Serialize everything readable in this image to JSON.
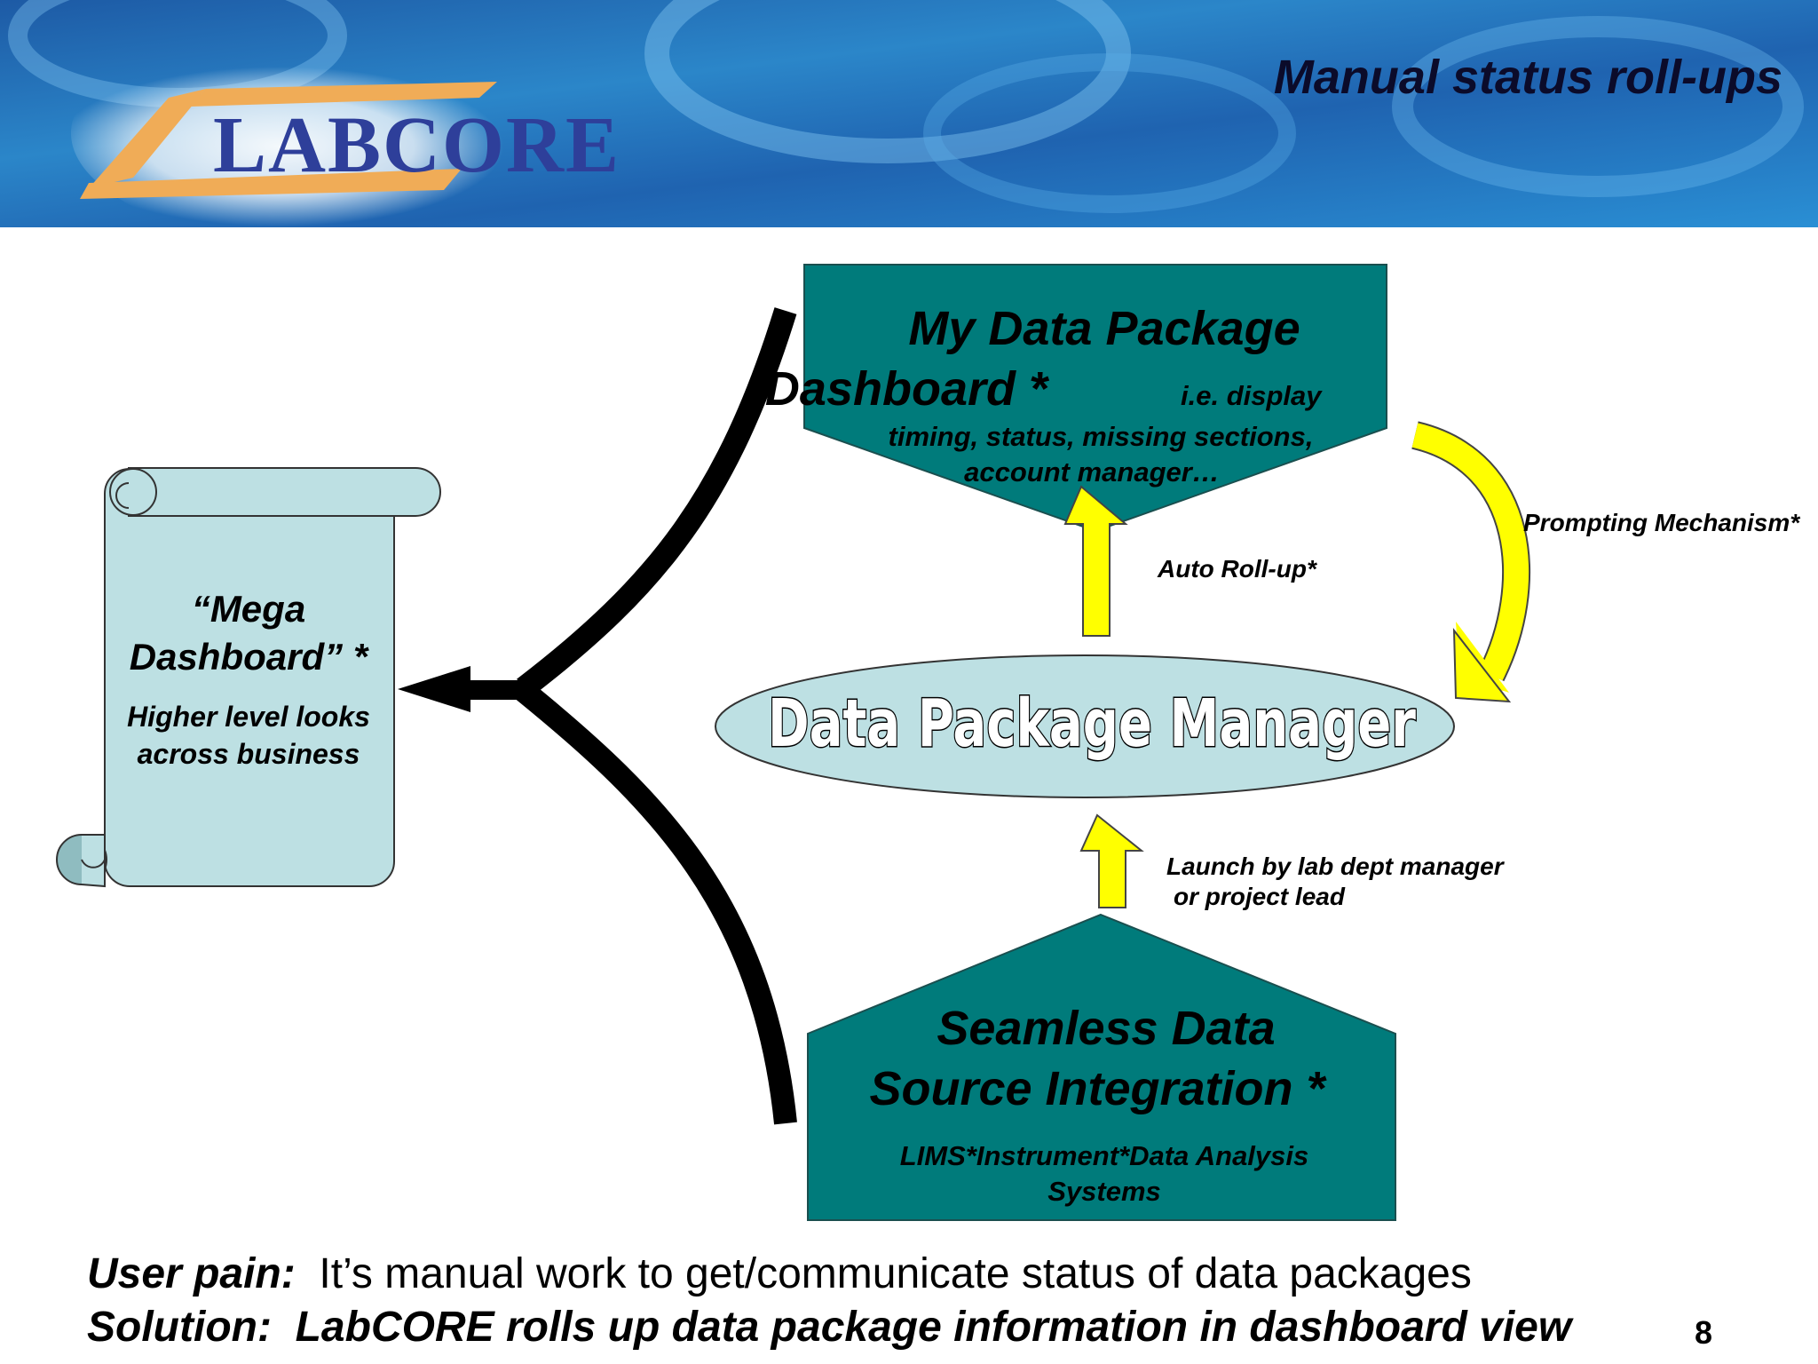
{
  "header": {
    "logo_text": "LABCORE",
    "title": "Manual status roll-ups"
  },
  "diagram": {
    "top_box": {
      "title_line1": "My Data Package",
      "title_line2": "Dashboard *",
      "subtitle_inline": "i.e. display",
      "subtitle_line2": "timing, status, missing sections,",
      "subtitle_line3": "account manager…"
    },
    "scroll": {
      "title_line1": "“Mega",
      "title_line2": "Dashboard” *",
      "subtitle_line1": "Higher level looks",
      "subtitle_line2": "across business"
    },
    "center": {
      "label": "Data Package Manager"
    },
    "bottom_box": {
      "title_line1": "Seamless Data",
      "title_line2": "Source Integration *",
      "subtitle_line1": "LIMS*Instrument*Data Analysis",
      "subtitle_line2": "Systems"
    },
    "labels": {
      "auto_rollup": "Auto Roll-up*",
      "prompting": "Prompting Mechanism*",
      "launch_line1": "Launch by lab dept manager",
      "launch_line2": "or project lead"
    },
    "colors": {
      "teal": "#007b7b",
      "light_teal": "#bde0e3",
      "yellow": "#ffff00"
    }
  },
  "footer": {
    "pain_label": "User pain:",
    "pain_text": "It’s manual work to get/communicate status of data packages",
    "solution_label": "Solution:",
    "solution_text": "LabCORE rolls up data package information in dashboard view",
    "page_number": "8"
  }
}
